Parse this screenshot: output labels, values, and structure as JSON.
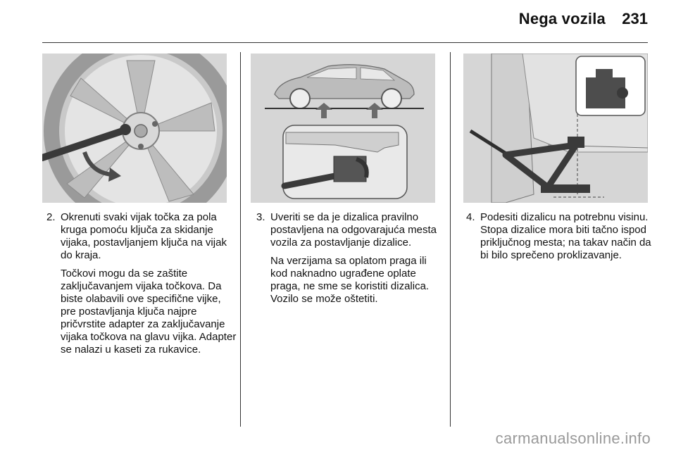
{
  "header": {
    "title": "Nega vozila",
    "page_number": "231"
  },
  "steps": [
    {
      "number": "2.",
      "text": "Okrenuti svaki vijak točka za pola kruga pomoću ključa za skidanje vijaka, postavljanjem ključa na vijak do kraja.",
      "note": "Točkovi mogu da se zaštite zaključavanjem vijaka točkova. Da biste olabavili ove specifične vijke, pre postavljanja ključa najpre pričvrstite adapter za zaključavanje vijaka točkova na glavu vijka. Adapter se nalazi u kaseti za rukavice."
    },
    {
      "number": "3.",
      "text": "Uveriti se da je dizalica pravilno postavljena na odgovarajuća mesta vozila za postavljanje dizalice.",
      "note": "Na verzijama sa oplatom praga ili kod naknadno ugrađene oplate praga, ne sme se koristiti dizalica. Vozilo se može oštetiti."
    },
    {
      "number": "4.",
      "text": "Podesiti dizalicu na potrebnu visinu. Stopa dizalice mora biti tačno ispod priključnog mesta; na takav način da bi bilo sprečeno proklizavanje."
    }
  ],
  "figures": [
    {
      "icon": "wheel-wrench-illustration"
    },
    {
      "icon": "car-jacking-points-illustration"
    },
    {
      "icon": "jack-positioning-illustration"
    }
  ],
  "watermark": "carmanualsonline.info"
}
